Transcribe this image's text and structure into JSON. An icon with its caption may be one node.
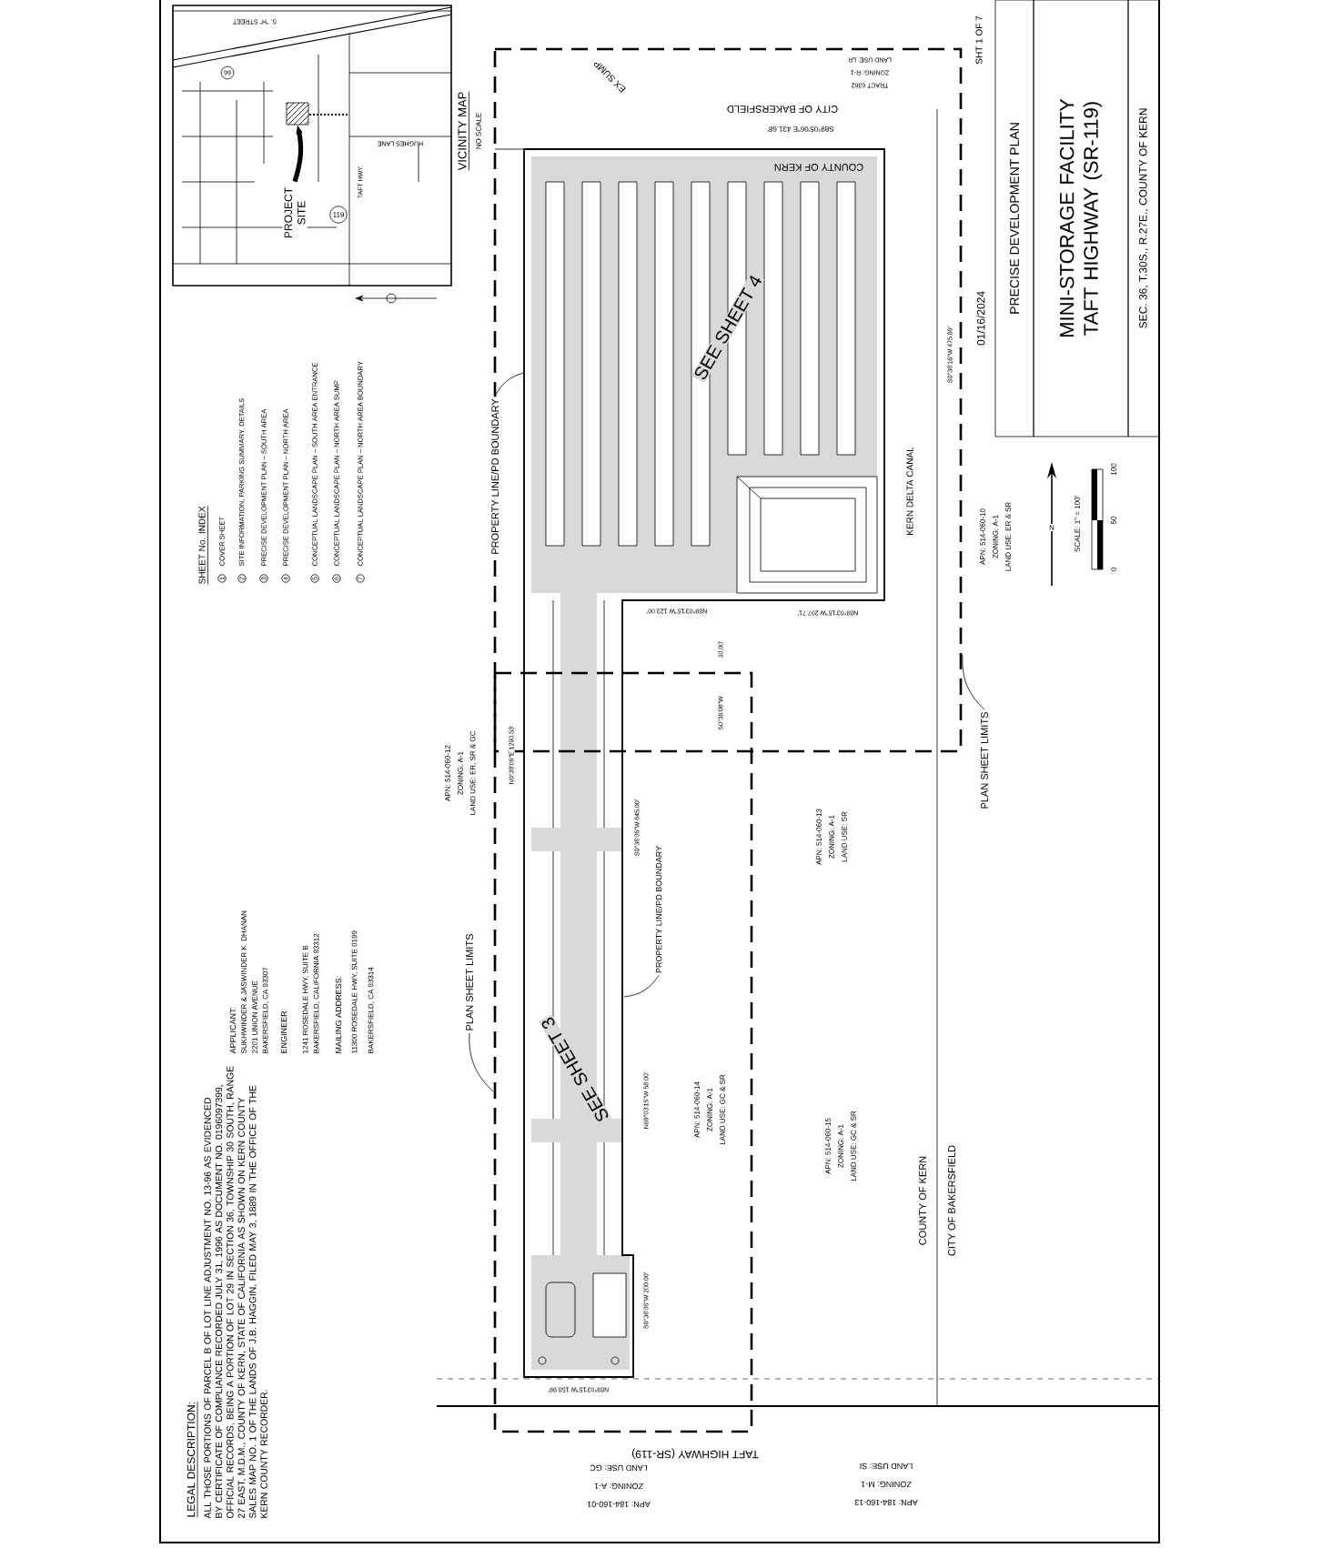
{
  "diagram": {
    "nodes": [
      {
        "text": [
          "PRECISE DEVELOPMENT PLAN"
        ]
      },
      {
        "text": [
          "MINI-STORAGE FACILITY TAFT HIGHWAY (SR-119)"
        ]
      },
      {
        "text": [
          "SEC. 36, T.30S., R.27E., COUNTY OF KERN"
        ]
      },
      {
        "text": [
          "PLAN SHEET LIMITS"
        ]
      },
      {
        "text": [
          "PLAN SHEET LIMITS"
        ]
      },
      {
        "text": [
          "PROPERTY LINE/PD BOUNDARY"
        ]
      },
      {
        "text": [
          "PROPERTY LINE/PD BOUNDARY"
        ]
      },
      {
        "text": [
          "PROJECT SITE"
        ]
      },
      {
        "text": [],
        "shape": "box"
      }
    ],
    "edges": [
      {
        "from": 3,
        "to": null,
        "arrow": "none"
      },
      {
        "from": 4,
        "to": null,
        "arrow": "none"
      },
      {
        "from": 5,
        "to": null,
        "arrow": "none"
      },
      {
        "from": 6,
        "to": null,
        "arrow": "none"
      },
      {
        "from": 7,
        "to": 8,
        "arrow": "to",
        "style": "thick"
      }
    ],
    "labels": [
      "VICINITY MAP",
      "NO SCALE",
      "S. \"H\" STREET",
      "99",
      "HUGHES LANE",
      "TAFT HWY.",
      "119",
      "CITY OF BAKERSFIELD",
      "S89°05'06\"E 431.68'",
      "COUNTY OF KERN",
      "EX SUMP",
      "TRACT 6362",
      "ZONING: R-1",
      "LAND USE: LR",
      "SHT 1 OF 7",
      "SEE SHEET 4",
      "S0°36'16\"W 475.89'",
      "01/16/2024",
      "SHEET No. INDEX",
      "1",
      "COVER SHEET",
      "2",
      "SITE INFORMATION, PARKING SUMMARY, DETAILS",
      "3",
      "PRECISE DEVELOPMENT PLAN – SOUTH AREA",
      "4",
      "PRECISE DEVELOPMENT PLAN – NORTH AREA",
      "5",
      "CONCEPTUAL LANDSCAPE PLAN – SOUTH AREA ENTRANCE",
      "6",
      "CONCEPTUAL LANDSCAPE PLAN – NORTH AREA SUMP",
      "7",
      "CONCEPTUAL LANDSCAPE PLAN – NORTH AREA BOUNDARY",
      "N",
      "SCALE: 1\" = 100'",
      "0",
      "50",
      "100",
      "KERN DELTA CANAL",
      "N89°03'15\"W 123.00'",
      "30.00'",
      "S0°36'08\"W",
      "N89°03'15\"W 207.71'",
      "APN: 514-060-10",
      "ZONING: A-1",
      "LAND USE: ER & SR",
      "APN: 514-060-12",
      "ZONING: A-1",
      "LAND USE: ER, SR & GC",
      "N0°38'06\"E 1290.53'",
      "S0°36'06\"W 645.00'",
      "APN: 514-060-13",
      "ZONING: A-1",
      "LAND USE: SR",
      "APPLICANT:",
      "SUKHWINDER & JASWINDER K. DHANAN",
      "2201 UNION AVENUE",
      "BAKERSFIELD, CA 93307",
      "ENGINEER:",
      "1241 ROSEDALE HWY, SUITE B",
      "BAKERSFIELD, CALIFORNIA 93312",
      "MAILING ADDRESS:",
      "11300 ROSEDALE HWY, SUITE 0199",
      "BAKERSFIELD, CA 93314",
      "SEE SHEET 3",
      "N89°03'15\"W 58.00'",
      "APN: 514-060-14",
      "ZONING: A-1",
      "LAND USE: GC & SR",
      "APN: 514-060-15",
      "ZONING: A-1",
      "LAND USE: GC & SR",
      "COUNTY OF KERN",
      "CITY OF BAKERSFIELD",
      "S0°36'06\"W 200.00'",
      "N89°03'15\"W 158.99'",
      "TAFT HIGHWAY (SR-119)",
      "APN: 184-160-01",
      "ZONING: A-1",
      "LAND USE: GC",
      "APN: 184-160-13",
      "ZONING: M-1",
      "LAND USE: SI",
      "LEGAL DESCRIPTION:",
      "ALL THOSE PORTIONS OF PARCEL B OF LOT LINE ADJUSTMENT NO. 13-96 AS EVIDENCED BY CERTIFICATE OF COMPLIANCE RECORDED JULY 31, 1996 AS DOCUMENT NO. 0196097399, OFFICIAL RECORDS, BEING A PORTION OF LOT 29 IN SECTION 36, TOWNSHIP 30 SOUTH, RANGE 27 EAST, M.D.M., COUNTY OF KERN, STATE OF CALIFORNIA AS SHOWN ON KERN COUNTY SALES MAP NO. 1 OF THE LANDS OF J.B. HAGGIN, FILED MAY 3, 1889 IN THE OFFICE OF THE KERN COUNTY RECORDER."
    ]
  }
}
